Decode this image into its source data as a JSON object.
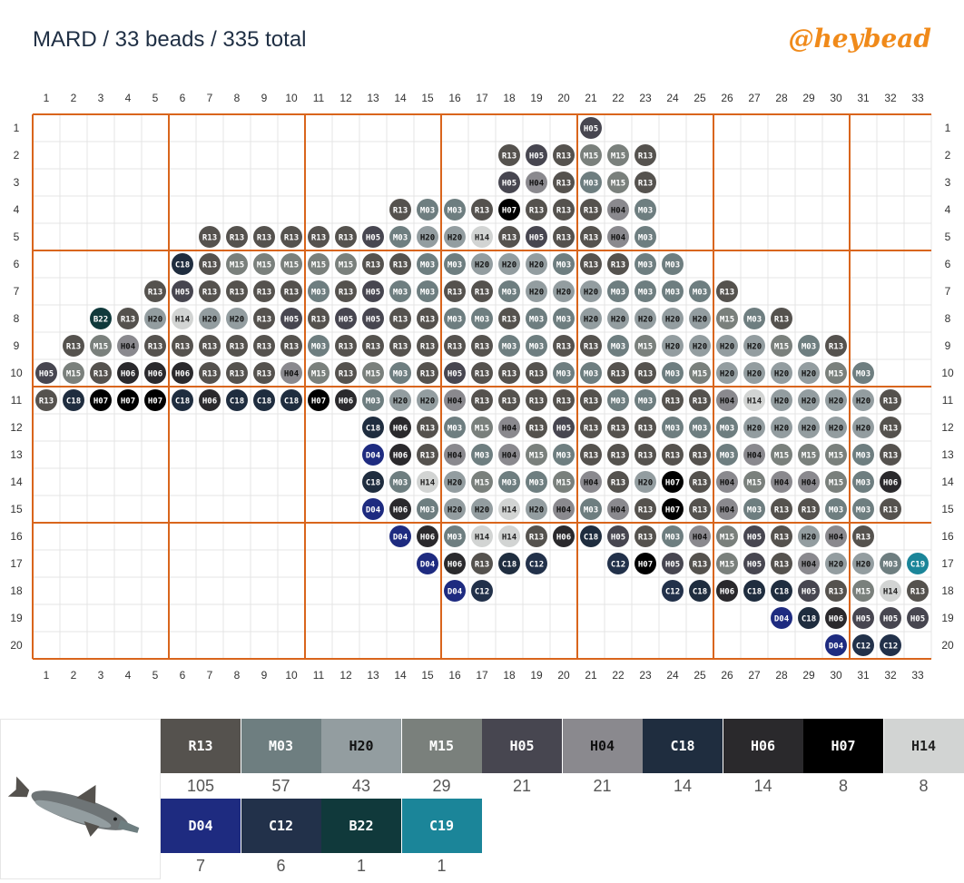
{
  "header": {
    "title": "MARD / 33 beads / 335 total",
    "brand": "@heybead"
  },
  "grid": {
    "cols": 33,
    "rows": 20,
    "col_labels": [
      "1",
      "2",
      "3",
      "4",
      "5",
      "6",
      "7",
      "8",
      "9",
      "10",
      "11",
      "12",
      "13",
      "14",
      "15",
      "16",
      "17",
      "18",
      "19",
      "20",
      "21",
      "22",
      "23",
      "24",
      "25",
      "26",
      "27",
      "28",
      "29",
      "30",
      "31",
      "32",
      "33"
    ],
    "row_labels": [
      "1",
      "2",
      "3",
      "4",
      "5",
      "6",
      "7",
      "8",
      "9",
      "10",
      "11",
      "12",
      "13",
      "14",
      "15",
      "16",
      "17",
      "18",
      "19",
      "20"
    ],
    "rows_data": [
      {
        "row": 1,
        "start": 21,
        "beads": [
          "H05"
        ]
      },
      {
        "row": 2,
        "start": 18,
        "beads": [
          "R13",
          "H05",
          "R13",
          "M15",
          "M15",
          "R13"
        ]
      },
      {
        "row": 3,
        "start": 18,
        "beads": [
          "H05",
          "H04",
          "R13",
          "M03",
          "M15",
          "R13"
        ]
      },
      {
        "row": 4,
        "start": 14,
        "beads": [
          "R13",
          "M03",
          "M03",
          "R13",
          "H07",
          "R13",
          "R13",
          "R13",
          "H04",
          "M03"
        ]
      },
      {
        "row": 5,
        "start": 7,
        "beads": [
          "R13",
          "R13",
          "R13",
          "R13",
          "R13",
          "R13",
          "H05",
          "M03",
          "H20",
          "H20",
          "H14",
          "R13",
          "H05",
          "R13",
          "R13",
          "H04",
          "M03"
        ]
      },
      {
        "row": 6,
        "start": 6,
        "beads": [
          "C18",
          "R13",
          "M15",
          "M15",
          "M15",
          "M15",
          "M15",
          "R13",
          "R13",
          "M03",
          "M03",
          "H20",
          "H20",
          "H20",
          "M03",
          "R13",
          "R13",
          "M03",
          "M03"
        ]
      },
      {
        "row": 7,
        "start": 5,
        "beads": [
          "R13",
          "H05",
          "R13",
          "R13",
          "R13",
          "R13",
          "M03",
          "R13",
          "H05",
          "M03",
          "M03",
          "R13",
          "R13",
          "M03",
          "H20",
          "H20",
          "H20",
          "M03",
          "M03",
          "M03",
          "M03",
          "R13"
        ]
      },
      {
        "row": 8,
        "start": 3,
        "beads": [
          "B22",
          "R13",
          "H20",
          "H14",
          "H20",
          "H20",
          "R13",
          "H05",
          "R13",
          "H05",
          "H05",
          "R13",
          "R13",
          "M03",
          "M03",
          "R13",
          "M03",
          "M03",
          "H20",
          "H20",
          "H20",
          "H20",
          "H20",
          "M15",
          "M03",
          "R13"
        ]
      },
      {
        "row": 9,
        "start": 2,
        "beads": [
          "R13",
          "M15",
          "H04",
          "R13",
          "R13",
          "R13",
          "R13",
          "R13",
          "R13",
          "M03",
          "R13",
          "R13",
          "R13",
          "R13",
          "R13",
          "R13",
          "M03",
          "M03",
          "R13",
          "R13",
          "M03",
          "M15",
          "H20",
          "H20",
          "H20",
          "H20",
          "M15",
          "M03",
          "R13"
        ]
      },
      {
        "row": 10,
        "start": 1,
        "beads": [
          "H05",
          "M15",
          "R13",
          "H06",
          "H06",
          "H06",
          "R13",
          "R13",
          "R13",
          "H04",
          "M15",
          "R13",
          "M15",
          "M03",
          "R13",
          "H05",
          "R13",
          "R13",
          "R13",
          "M03",
          "M03",
          "R13",
          "R13",
          "M03",
          "M15",
          "H20",
          "H20",
          "H20",
          "H20",
          "M15",
          "M03"
        ]
      },
      {
        "row": 11,
        "start": 1,
        "beads": [
          "R13",
          "C18",
          "H07",
          "H07",
          "H07",
          "C18",
          "H06",
          "C18",
          "C18",
          "C18",
          "H07",
          "H06",
          "M03",
          "H20",
          "H20",
          "H04",
          "R13",
          "R13",
          "R13",
          "R13",
          "R13",
          "M03",
          "M03",
          "R13",
          "R13",
          "H04",
          "H14",
          "H20",
          "H20",
          "H20",
          "H20",
          "R13"
        ]
      },
      {
        "row": 12,
        "start": 13,
        "beads": [
          "C18",
          "H06",
          "R13",
          "M03",
          "M15",
          "H04",
          "R13",
          "H05",
          "R13",
          "R13",
          "R13",
          "M03",
          "M03",
          "M03",
          "H20",
          "H20",
          "H20",
          "H20",
          "H20",
          "R13"
        ]
      },
      {
        "row": 13,
        "start": 13,
        "beads": [
          "D04",
          "H06",
          "R13",
          "H04",
          "M03",
          "H04",
          "M15",
          "M03",
          "R13",
          "R13",
          "R13",
          "R13",
          "R13",
          "M03",
          "H04",
          "M15",
          "M15",
          "M15",
          "M03",
          "R13"
        ]
      },
      {
        "row": 14,
        "start": 13,
        "beads": [
          "C18",
          "M03",
          "H14",
          "H20",
          "M15",
          "M03",
          "M03",
          "M15",
          "H04",
          "R13",
          "H20",
          "H07",
          "R13",
          "H04",
          "M15",
          "H04",
          "H04",
          "M15",
          "M03",
          "H06"
        ]
      },
      {
        "row": 15,
        "start": 13,
        "beads": [
          "D04",
          "H06",
          "M03",
          "H20",
          "H20",
          "H14",
          "H20",
          "H04",
          "M03",
          "H04",
          "R13",
          "H07",
          "R13",
          "H04",
          "M03",
          "R13",
          "R13",
          "M03",
          "M03",
          "R13"
        ]
      },
      {
        "row": 16,
        "start": 14,
        "beads": [
          "D04",
          "H06",
          "M03",
          "H14",
          "H14",
          "R13",
          "H06",
          "C18",
          "H05",
          "R13",
          "M03",
          "H04",
          "M15",
          "H05",
          "R13",
          "H20",
          "H04",
          "R13"
        ]
      },
      {
        "row": 17,
        "start": 15,
        "beads": [
          "D04",
          "H06",
          "R13",
          "C18",
          "C12",
          "",
          "",
          "C12",
          "H07",
          "H05",
          "R13",
          "M15",
          "H05",
          "R13",
          "H04",
          "H20",
          "H20",
          "M03",
          "C19"
        ]
      },
      {
        "row": 18,
        "start": 16,
        "beads": [
          "D04",
          "C12",
          "",
          "",
          "",
          "",
          "",
          "",
          "C12",
          "C18",
          "H06",
          "C18",
          "C18",
          "H05",
          "R13",
          "M15",
          "H14",
          "R13"
        ]
      },
      {
        "row": 19,
        "start": 28,
        "beads": [
          "D04",
          "C18",
          "H06",
          "H05",
          "H05",
          "H05"
        ]
      },
      {
        "row": 20,
        "start": 30,
        "beads": [
          "D04",
          "C12",
          "C12"
        ]
      }
    ]
  },
  "palette": {
    "R13": {
      "color": "#55524e",
      "text": "#ffffff"
    },
    "M03": {
      "color": "#6e7e80",
      "text": "#ffffff"
    },
    "H20": {
      "color": "#939da0",
      "text": "#111111"
    },
    "M15": {
      "color": "#7a807c",
      "text": "#ffffff"
    },
    "H05": {
      "color": "#474650",
      "text": "#ffffff"
    },
    "H04": {
      "color": "#8a898e",
      "text": "#111111"
    },
    "C18": {
      "color": "#1f2d3f",
      "text": "#ffffff"
    },
    "H06": {
      "color": "#2a292c",
      "text": "#ffffff"
    },
    "H07": {
      "color": "#000000",
      "text": "#ffffff"
    },
    "H14": {
      "color": "#d2d4d3",
      "text": "#222222"
    },
    "D04": {
      "color": "#1e2b80",
      "text": "#ffffff"
    },
    "C12": {
      "color": "#22314a",
      "text": "#ffffff"
    },
    "B22": {
      "color": "#10393b",
      "text": "#ffffff"
    },
    "C19": {
      "color": "#1b8599",
      "text": "#ffffff"
    }
  },
  "legend": [
    {
      "code": "R13",
      "count": "105"
    },
    {
      "code": "M03",
      "count": "57"
    },
    {
      "code": "H20",
      "count": "43"
    },
    {
      "code": "M15",
      "count": "29"
    },
    {
      "code": "H05",
      "count": "21"
    },
    {
      "code": "H04",
      "count": "21"
    },
    {
      "code": "C18",
      "count": "14"
    },
    {
      "code": "H06",
      "count": "14"
    },
    {
      "code": "H07",
      "count": "8"
    },
    {
      "code": "H14",
      "count": "8"
    },
    {
      "code": "D04",
      "count": "7"
    },
    {
      "code": "C12",
      "count": "6"
    },
    {
      "code": "B22",
      "count": "1"
    },
    {
      "code": "C19",
      "count": "1"
    }
  ]
}
